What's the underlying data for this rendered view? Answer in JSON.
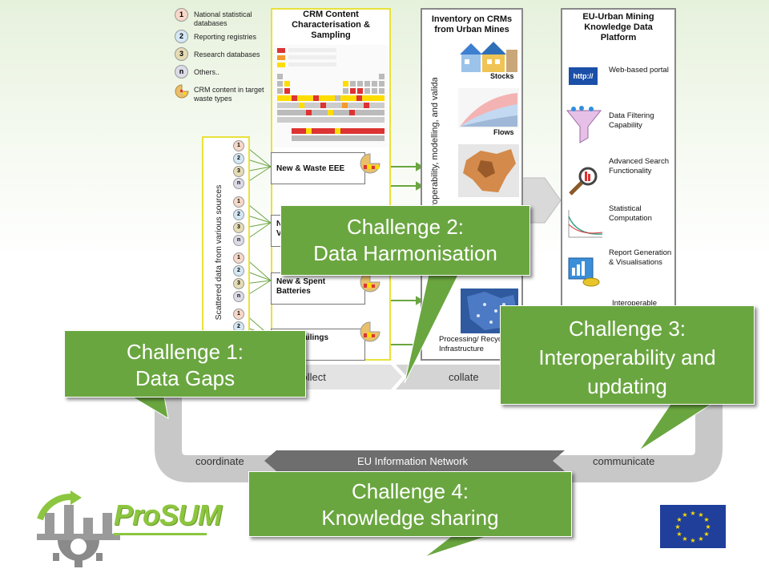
{
  "legend": {
    "items": [
      {
        "marker": "1",
        "label": "National statistical databases",
        "color": "#f7d7c8"
      },
      {
        "marker": "2",
        "label": "Reporting registries",
        "color": "#d4e7f5"
      },
      {
        "marker": "3",
        "label": "Research databases",
        "color": "#e6dcb4"
      },
      {
        "marker": "n",
        "label": "Others..",
        "color": "#dcdce8"
      }
    ],
    "crm_content_label": "CRM content in target waste types"
  },
  "columns": {
    "crm_content": "CRM Content Characterisation & Sampling",
    "inventory": "Inventory on CRMs from Urban Mines",
    "platform": "EU-Urban Mining Knowledge Data Platform"
  },
  "scattered_label": "Scattered data from various sources",
  "waste_types": [
    "New & Waste EEE",
    "N… V…",
    "New & Spent Batteries",
    "Tailings"
  ],
  "inventory": {
    "vertical_text": "Interoperability, modelling, and validation",
    "stocks": "Stocks",
    "flows": "Flows",
    "processing": "Processing/ Recycling Infrastructure"
  },
  "platform_features": [
    {
      "icon": "http-icon",
      "http_text": "http://",
      "label": "Web-based portal"
    },
    {
      "icon": "funnel-icon",
      "label": "Data Filtering Capability"
    },
    {
      "icon": "magnifier-icon",
      "label": "Advanced Search Functionality"
    },
    {
      "icon": "chart-icon",
      "label": "Statistical Computation"
    },
    {
      "icon": "report-icon",
      "label": "Report Generation & Visualisations"
    },
    {
      "icon": "link-icon",
      "label": "Interoperable"
    }
  ],
  "flow": {
    "collect": "collect",
    "collate": "collate",
    "coordinate": "coordinate",
    "network": "EU Information Network",
    "communicate": "communicate"
  },
  "challenges": {
    "c1": {
      "line1": "Challenge 1:",
      "line2": "Data Gaps"
    },
    "c2": {
      "line1": "Challenge 2:",
      "line2": "Data Harmonisation"
    },
    "c3": {
      "line1": "Challenge 3:",
      "line2": "Interoperability and",
      "line3": "updating"
    },
    "c4": {
      "line1": "Challenge 4:",
      "line2": "Knowledge sharing"
    }
  },
  "logo": {
    "text": "ProSUM"
  },
  "colors": {
    "callout_green": "#6aa640",
    "panel_border_yellow": "#e8e23a",
    "eu_blue": "#1f3f9a",
    "eu_star": "#ffdd00"
  }
}
